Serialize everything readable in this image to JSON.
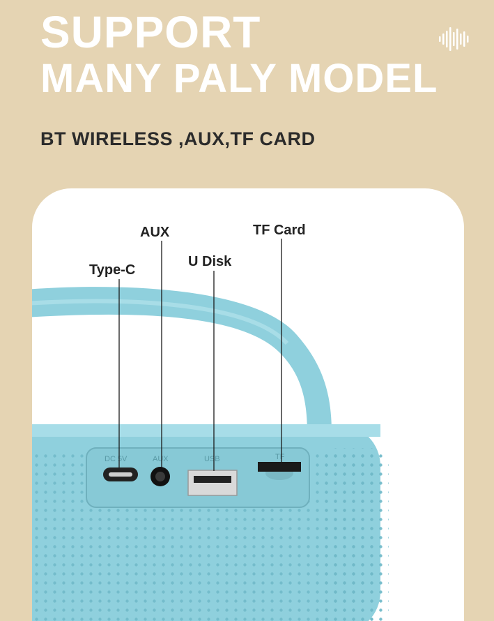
{
  "headline": {
    "line1": "SUPPORT",
    "line2": "MANY PALY MODEL"
  },
  "subtitle": "BT WIRELESS ,AUX,TF CARD",
  "icons": {
    "corner_icon": "sound-wave-icon"
  },
  "callouts": {
    "type_c": "Type-C",
    "aux": "AUX",
    "u_disk": "U Disk",
    "tf_card": "TF Card"
  },
  "port_labels": {
    "dc": "DC 5V",
    "aux": "AUX",
    "usb": "USB",
    "tf": "TF"
  },
  "colors": {
    "background": "#e5d4b3",
    "headline": "#ffffff",
    "speaker_body": "#8fd0dd",
    "card": "#ffffff"
  }
}
